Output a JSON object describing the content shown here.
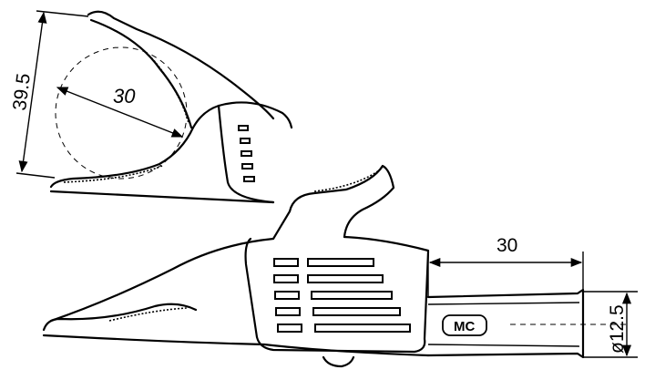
{
  "dimensions": {
    "jaw_height": "39.5",
    "jaw_opening": "30",
    "sleeve_length": "30",
    "sleeve_diameter": "ø12.5"
  },
  "brand_label": "MC"
}
